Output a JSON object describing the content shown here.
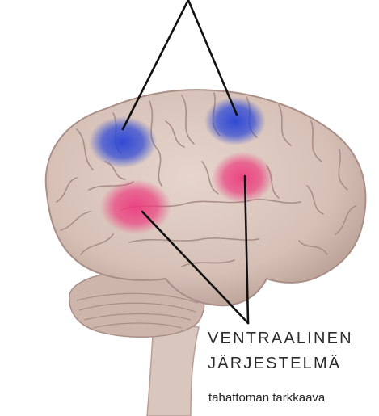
{
  "labels": {
    "ventral_line1": "VENTRAALINEN",
    "ventral_line2": "JÄRJESTELMÄ",
    "ventral_caption": "tahattoman tarkkaava"
  },
  "colors": {
    "brain_fill": "#ddc9c0",
    "brain_shadow": "#b89e95",
    "gyrus_line": "#a98f87",
    "dorsal_blob": "#2743d6",
    "ventral_blob": "#ec3d7e",
    "pointer_line": "#111111",
    "cerebellum": "#cdb5ab",
    "brainstem": "#d9c6bd"
  }
}
